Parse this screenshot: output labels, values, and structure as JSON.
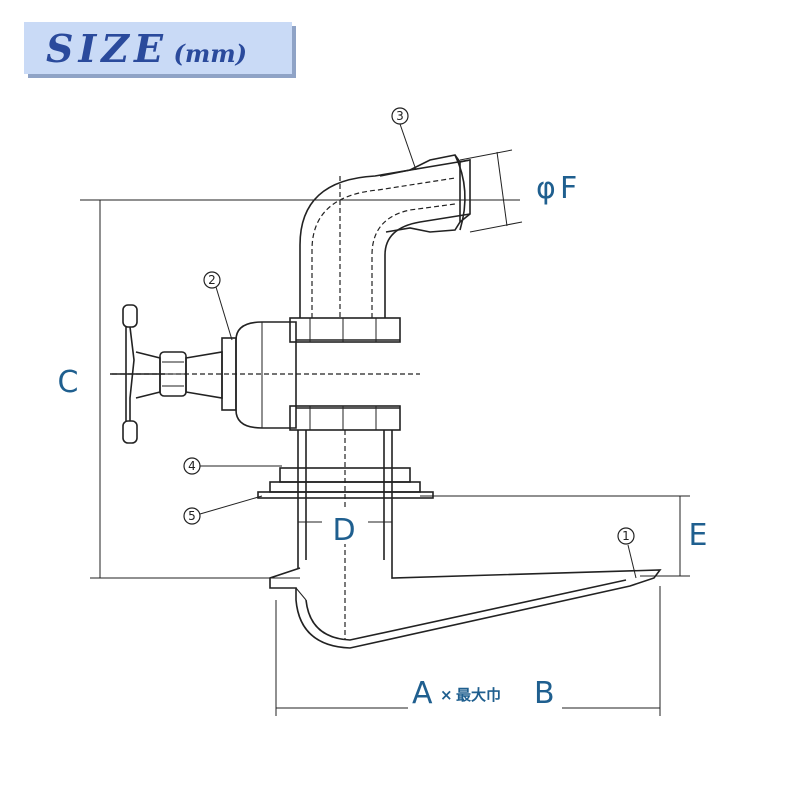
{
  "header": {
    "title": "SIZE",
    "unit": "(mm)"
  },
  "colors": {
    "banner_bg": "#c9daf6",
    "banner_text": "#2a4a9c",
    "label": "#1f5f8f"
  },
  "diagram": {
    "dimension_labels": {
      "a": "A",
      "b": "B",
      "ab_separator": "×",
      "ab_note": "最大巾",
      "c": "C",
      "d": "D",
      "e": "E",
      "f": "F",
      "f_prefix": "φ"
    },
    "part_numbers": {
      "p1": "1",
      "p2": "2",
      "p3": "3",
      "p4": "4",
      "p5": "5"
    }
  }
}
